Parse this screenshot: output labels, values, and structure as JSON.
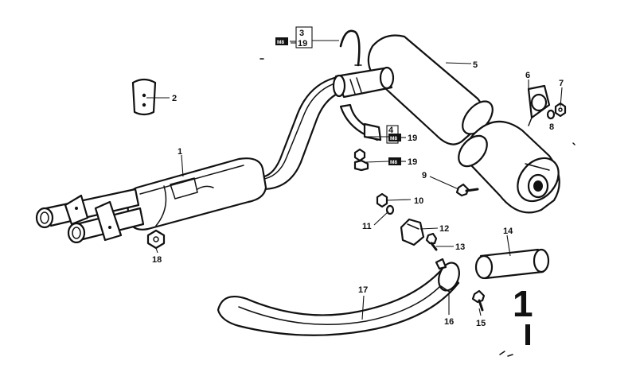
{
  "diagram": {
    "callouts": [
      {
        "id": "1",
        "label": "1"
      },
      {
        "id": "2",
        "label": "2"
      },
      {
        "id": "3",
        "label": "3"
      },
      {
        "id": "4",
        "label": "4"
      },
      {
        "id": "5",
        "label": "5"
      },
      {
        "id": "6",
        "label": "6"
      },
      {
        "id": "7",
        "label": "7"
      },
      {
        "id": "8",
        "label": "8"
      },
      {
        "id": "9",
        "label": "9"
      },
      {
        "id": "10",
        "label": "10"
      },
      {
        "id": "11",
        "label": "11"
      },
      {
        "id": "12",
        "label": "12"
      },
      {
        "id": "13",
        "label": "13"
      },
      {
        "id": "14",
        "label": "14"
      },
      {
        "id": "15",
        "label": "15"
      },
      {
        "id": "16",
        "label": "16"
      },
      {
        "id": "17",
        "label": "17"
      },
      {
        "id": "18",
        "label": "18"
      },
      {
        "id": "19a",
        "label": "19"
      },
      {
        "id": "19b",
        "label": "19"
      },
      {
        "id": "19c",
        "label": "19"
      }
    ],
    "tag_label": "M8",
    "corner_mark": "1"
  }
}
